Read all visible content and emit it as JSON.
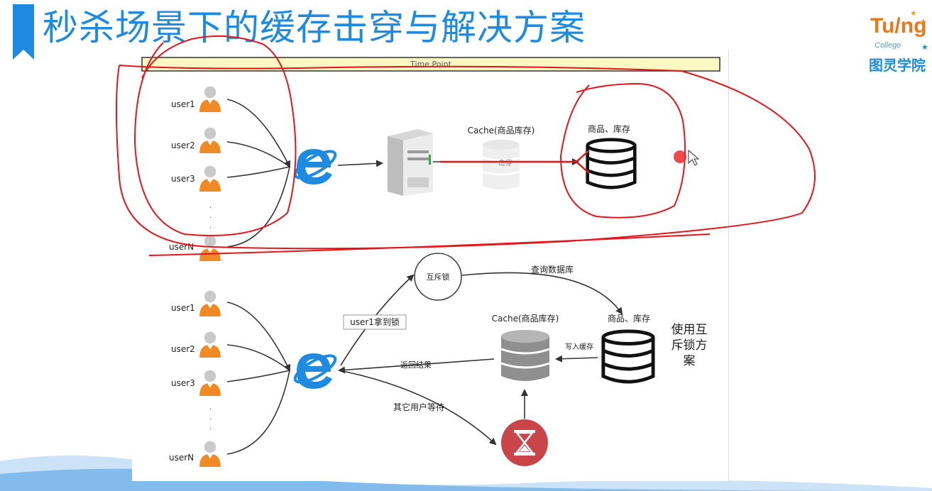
{
  "header": {
    "title": "秒杀场景下的缓存击穿与解决方案",
    "logo_text_top": "Tu/ng",
    "logo_text_mid": "College",
    "logo_text_bottom": "图灵学院"
  },
  "top_diagram": {
    "timeline_label": "Time Point",
    "users": [
      "user1",
      "user2",
      "user3",
      "userN"
    ],
    "cache_label": "Cache(商品库存)",
    "breakdown_label": "击穿",
    "db_label": "商品、库存"
  },
  "bottom_diagram": {
    "users": [
      "user1",
      "user2",
      "user3",
      "userN"
    ],
    "mutex_label": "互斥锁",
    "query_db_label": "查询数据库",
    "user1_lock_label": "user1拿到锁",
    "cache_label": "Cache(商品库存)",
    "db_label": "商品、库存",
    "write_cache_label": "写入缓存",
    "return_label": "返回结果",
    "wait_label": "其它用户等待",
    "solution_lines": [
      "使用互",
      "斥锁方",
      "案"
    ]
  },
  "colors": {
    "accent": "#1e8be0",
    "logo_orange": "#e8791b",
    "user_body": "#f08a24",
    "annotation_red": "#e3161b",
    "timer_red": "#c9454a"
  }
}
